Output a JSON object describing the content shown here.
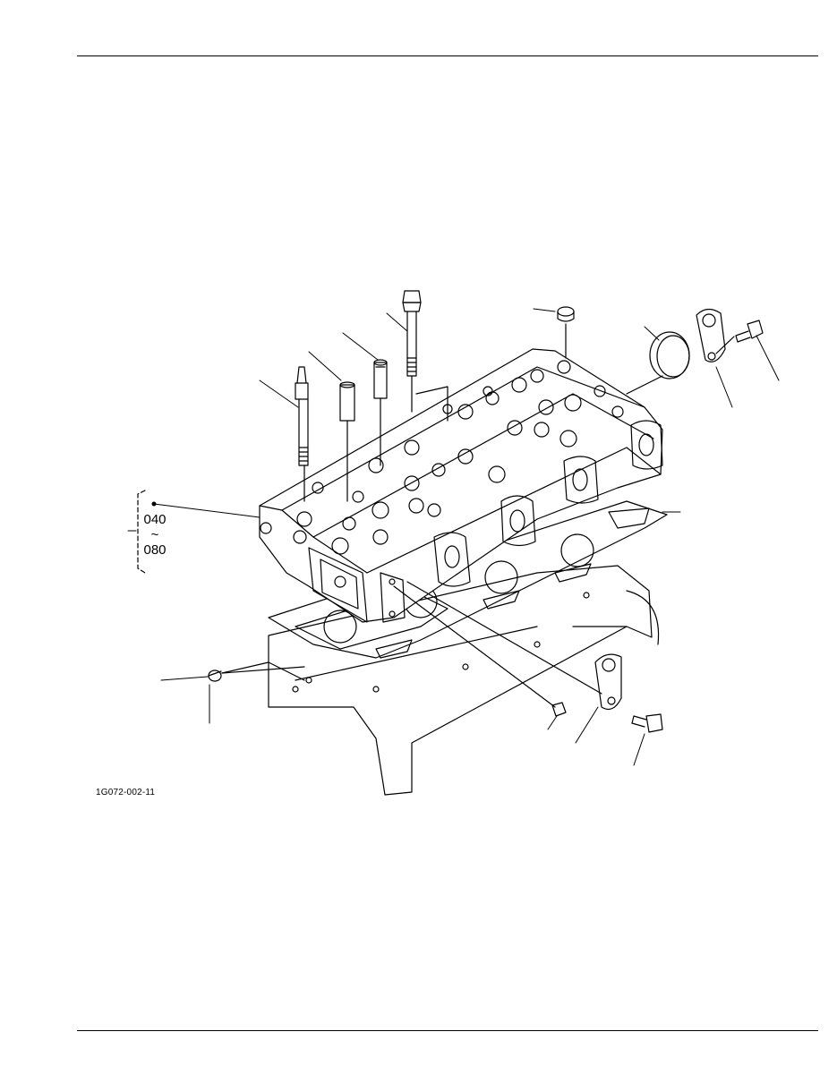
{
  "figure_code": "1G072-002-11",
  "range_label": {
    "from": "040",
    "sep": "~",
    "to": "080"
  }
}
